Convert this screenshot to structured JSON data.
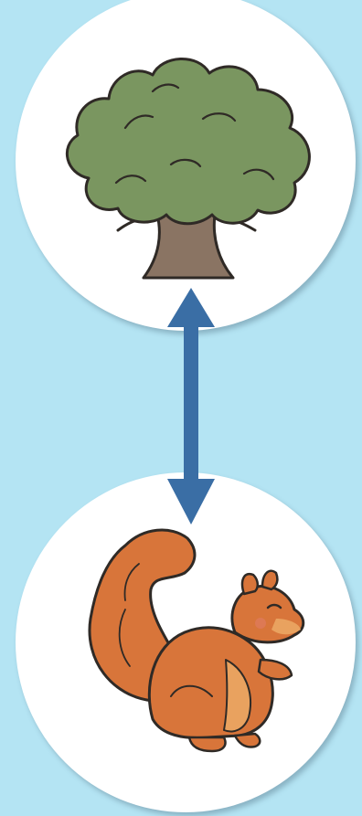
{
  "diagram": {
    "nodes": [
      {
        "id": "tree",
        "icon": "tree-icon"
      },
      {
        "id": "squirrel",
        "icon": "squirrel-icon"
      }
    ],
    "connection": {
      "from": "tree",
      "to": "squirrel",
      "type": "double-headed-arrow",
      "color": "#3a6ea5"
    }
  },
  "colors": {
    "background": "#b4e4f3",
    "circle": "#ffffff",
    "foliage": "#7a9660",
    "trunk": "#8a7463",
    "squirrel_fur": "#d8753a",
    "squirrel_light": "#e9a25f"
  }
}
